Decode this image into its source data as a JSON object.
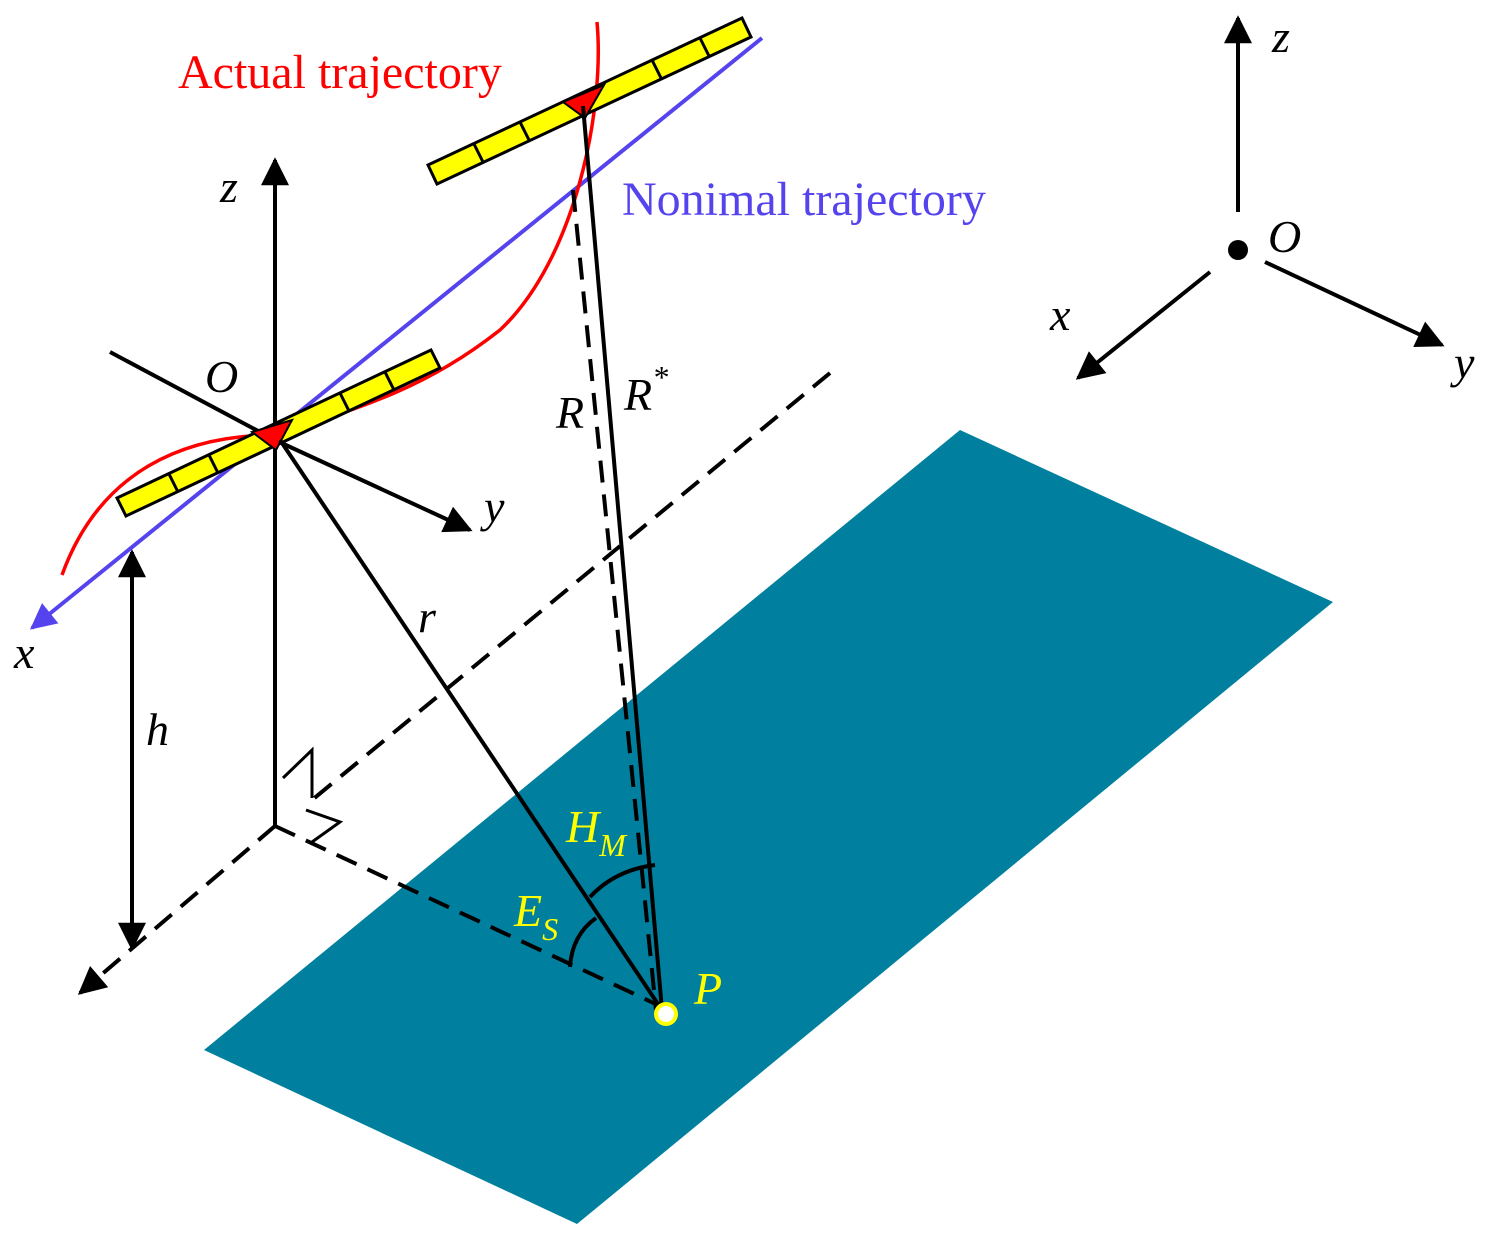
{
  "figure": {
    "actual_trajectory_label": "Actual trajectory",
    "nominal_trajectory_label": "Nonimal trajectory",
    "local_axes": {
      "x": "x",
      "y": "y",
      "z": "z",
      "origin": "O"
    },
    "inset_axes": {
      "x": "x",
      "y": "y",
      "z": "z",
      "origin": "O"
    },
    "height_label": "h",
    "slant_range_label": "r",
    "range_label": "R",
    "range_star_main": "R",
    "range_star_sup": "*",
    "angle_h_main": "H",
    "angle_h_sub": "M",
    "angle_e_main": "E",
    "angle_e_sub": "S",
    "target_label": "P"
  },
  "colors": {
    "ground_plane": "#00809e",
    "actual_trajectory": "#ff0000",
    "nominal_trajectory": "#5544ee",
    "antenna_fill": "#ffff00",
    "annotation": "#ffff00",
    "platform_marker": "#ff0000"
  }
}
